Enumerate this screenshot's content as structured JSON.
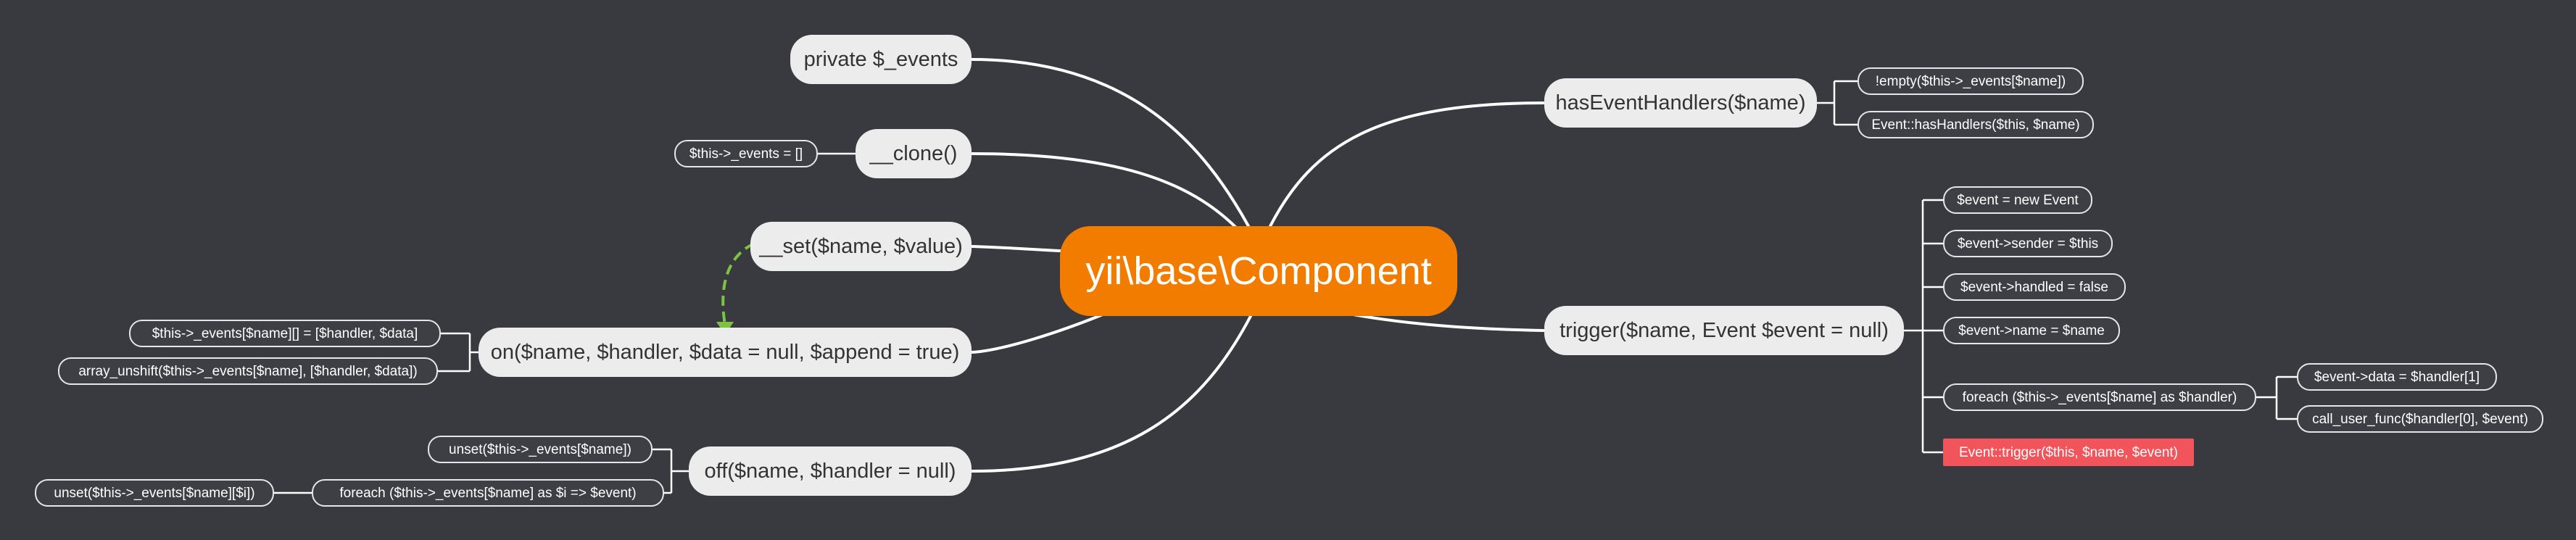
{
  "root": {
    "label": "yii\\base\\Component"
  },
  "left": {
    "private_events": "private $_events",
    "clone": "__clone()",
    "clone_children": [
      "$this->_events = []"
    ],
    "set": "__set($name, $value)",
    "on": "on($name, $handler, $data = null, $append = true)",
    "on_children": [
      "$this->_events[$name][] = [$handler, $data]",
      "array_unshift($this->_events[$name], [$handler, $data])"
    ],
    "off": "off($name, $handler = null)",
    "off_children": [
      "unset($this->_events[$name])",
      "foreach ($this->_events[$name] as $i => $event)"
    ],
    "off_foreach_children": [
      "unset($this->_events[$name][$i])"
    ]
  },
  "right": {
    "has_handlers": "hasEventHandlers($name)",
    "has_handlers_children": [
      "!empty($this->_events[$name])",
      "Event::hasHandlers($this, $name)"
    ],
    "trigger": "trigger($name, Event $event = null)",
    "trigger_children": [
      "$event = new Event",
      "$event->sender = $this",
      "$event->handled = false",
      "$event->name = $name",
      "foreach ($this->_events[$name] as $handler)",
      "Event::trigger($this, $name, $event)"
    ],
    "trigger_foreach_children": [
      "$event->data = $handler[1]",
      "call_user_func($handler[0], $event)"
    ]
  },
  "colors": {
    "background": "#383a3f",
    "root": "#f27c00",
    "main_topic": "#ececec",
    "highlight": "#f2545b",
    "relationship": "#7dc242"
  }
}
